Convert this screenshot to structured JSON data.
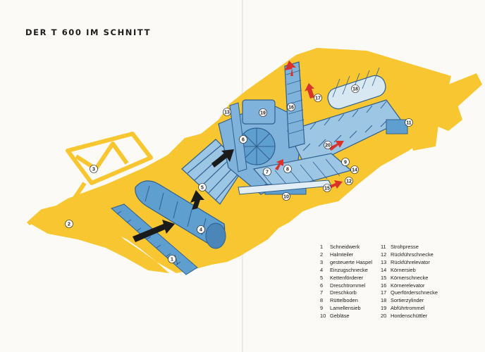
{
  "title": "DER T 600 IM SCHNITT",
  "colors": {
    "body_yellow": "#f8c630",
    "machine_blue": "#5f9fcf",
    "machine_dark": "#2f5f8f",
    "arrow_red": "#d9322b",
    "arrow_black": "#1a1a1a",
    "paper": "#fbfaf6"
  },
  "callout_numbers": [
    "1",
    "2",
    "3",
    "4",
    "5",
    "6",
    "7",
    "8",
    "9",
    "10",
    "11",
    "12",
    "13",
    "14",
    "15",
    "16",
    "17",
    "18",
    "19",
    "20"
  ],
  "legend": [
    {
      "num": "1",
      "label": "Schneidwerk"
    },
    {
      "num": "2",
      "label": "Halmteiler"
    },
    {
      "num": "3",
      "label": "gesteuerte Haspel"
    },
    {
      "num": "4",
      "label": "Einzugschnecke"
    },
    {
      "num": "5",
      "label": "Kettenförderer"
    },
    {
      "num": "6",
      "label": "Dreschtrommel"
    },
    {
      "num": "7",
      "label": "Dreschkorb"
    },
    {
      "num": "8",
      "label": "Rüttelboden"
    },
    {
      "num": "9",
      "label": "Lamellensieb"
    },
    {
      "num": "10",
      "label": "Gebläse"
    },
    {
      "num": "11",
      "label": "Strohpresse"
    },
    {
      "num": "12",
      "label": "Rückführschnecke"
    },
    {
      "num": "13",
      "label": "Rückführelevator"
    },
    {
      "num": "14",
      "label": "Körnersieb"
    },
    {
      "num": "15",
      "label": "Körnerschnecke"
    },
    {
      "num": "16",
      "label": "Körnerelevator"
    },
    {
      "num": "17",
      "label": "Querförderschnecke"
    },
    {
      "num": "18",
      "label": "Sortierzylinder"
    },
    {
      "num": "19",
      "label": "Abführtrommel"
    },
    {
      "num": "20",
      "label": "Hordenschüttler"
    }
  ]
}
